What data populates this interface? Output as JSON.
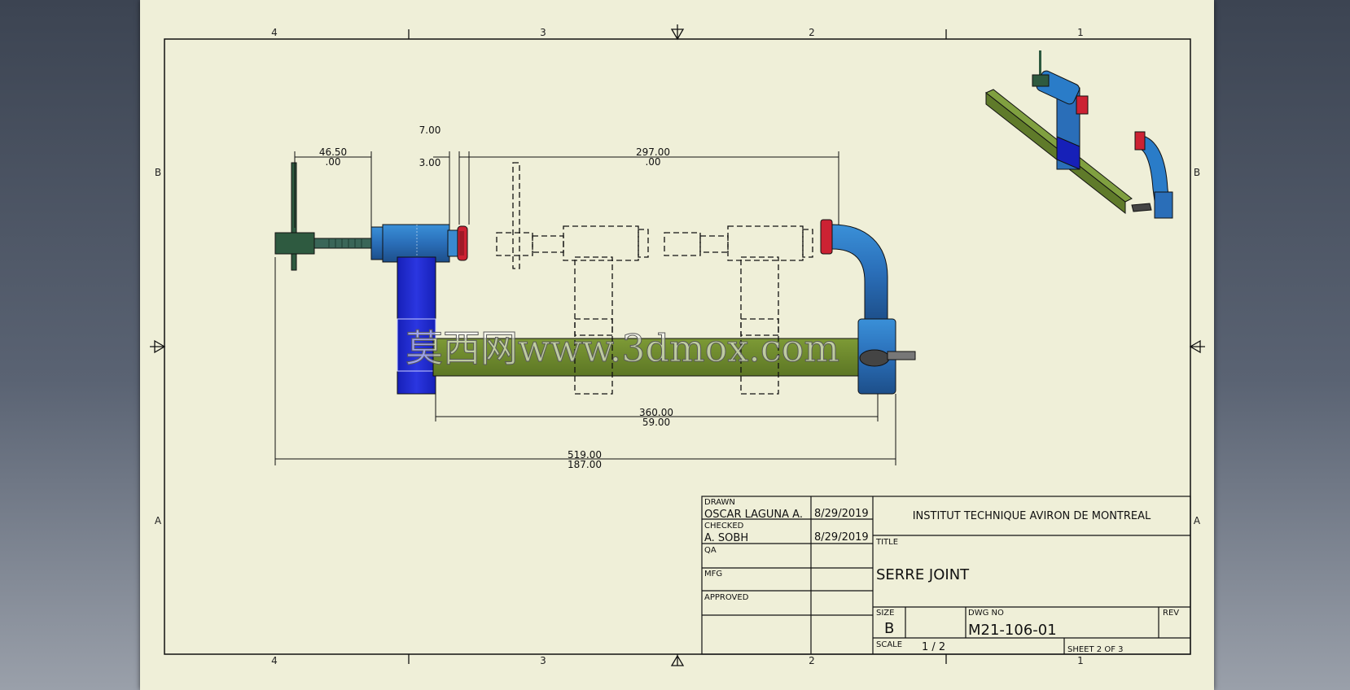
{
  "zones": {
    "columns": [
      "4",
      "3",
      "2",
      "1"
    ],
    "rows": [
      "B",
      "A"
    ]
  },
  "dimensions": {
    "d1_main": "46.50",
    "d1_tol": ".00",
    "d2_main": "7.00",
    "d2_tol": "3.00",
    "d3_main": "297.00",
    "d3_tol": ".00",
    "d4_main": "360.00",
    "d4_tol": "59.00",
    "d5_main": "519.00",
    "d5_tol": "187.00"
  },
  "watermark": "莫西网www.3dmox.com",
  "title_block": {
    "drawn_label": "DRAWN",
    "drawn_name": "OSCAR LAGUNA A.",
    "drawn_date": "8/29/2019",
    "checked_label": "CHECKED",
    "checked_name": "A. SOBH",
    "checked_date": "8/29/2019",
    "qa_label": "QA",
    "mfg_label": "MFG",
    "approved_label": "APPROVED",
    "company": "INSTITUT TECHNIQUE AVIRON DE MONTREAL",
    "title_label": "TITLE",
    "title": "SERRE JOINT",
    "size_label": "SIZE",
    "size": "B",
    "dwg_no_label": "DWG NO",
    "dwg_no": "M21-106-01",
    "rev_label": "REV",
    "scale_label": "SCALE",
    "scale": "1 / 2",
    "sheet": "SHEET 2  OF 3"
  },
  "colors": {
    "paper": "#efefd8",
    "bar_green": "#6e8a2e",
    "body_blue": "#2530d8",
    "screw_blue": "#2a7cc8",
    "pad_red": "#cc2233",
    "handle_green": "#2e5a40"
  }
}
